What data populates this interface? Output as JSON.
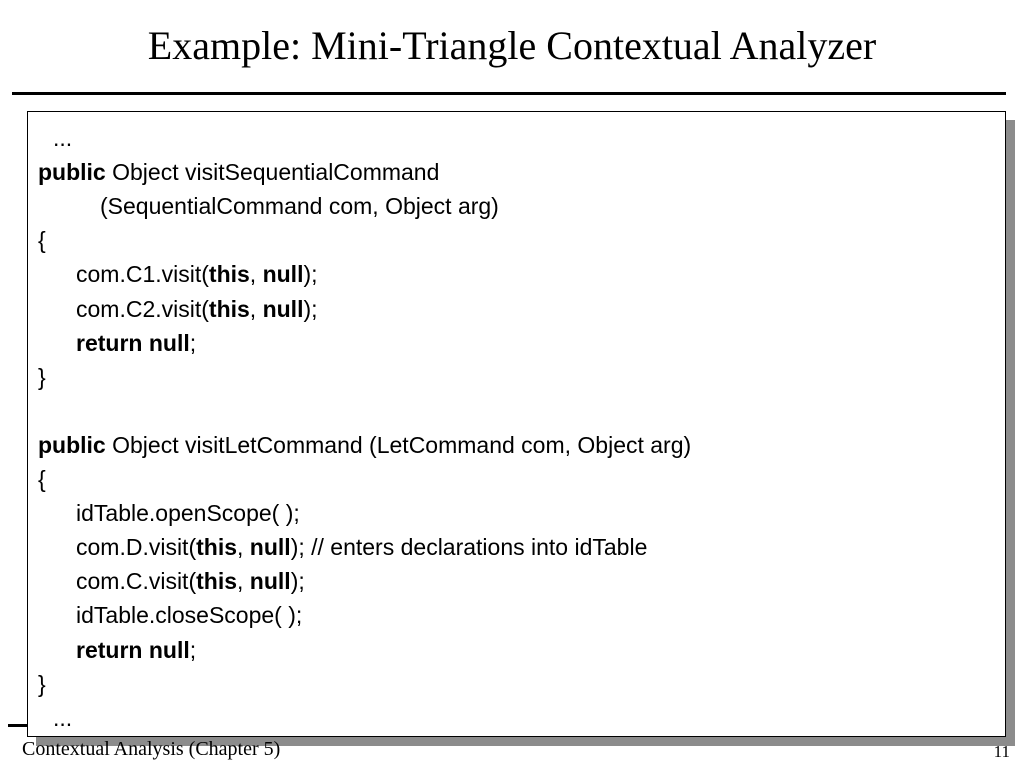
{
  "slide": {
    "title": "Example: Mini-Triangle Contextual Analyzer",
    "footer_left": "Contextual Analysis (Chapter 5)",
    "page_number": "11"
  },
  "code_lines": [
    [
      {
        "t": "..."
      }
    ],
    [
      {
        "t": "public",
        "b": true
      },
      {
        "t": " Object visitSequentialCommand"
      }
    ],
    [
      {
        "t": "(SequentialCommand com, Object arg)"
      }
    ],
    [
      {
        "t": "{"
      }
    ],
    [
      {
        "t": "com.C1.visit("
      },
      {
        "t": "this",
        "b": true
      },
      {
        "t": ", "
      },
      {
        "t": "null",
        "b": true
      },
      {
        "t": ");"
      }
    ],
    [
      {
        "t": "com.C2.visit("
      },
      {
        "t": "this",
        "b": true
      },
      {
        "t": ", "
      },
      {
        "t": "null",
        "b": true
      },
      {
        "t": ");"
      }
    ],
    [
      {
        "t": "return null",
        "b": true
      },
      {
        "t": ";"
      }
    ],
    [
      {
        "t": "}"
      }
    ],
    [],
    [
      {
        "t": "public",
        "b": true
      },
      {
        "t": " Object visitLetCommand (LetCommand com, Object arg)"
      }
    ],
    [
      {
        "t": "{"
      }
    ],
    [
      {
        "t": "idTable.openScope( );"
      }
    ],
    [
      {
        "t": "com.D.visit("
      },
      {
        "t": "this",
        "b": true
      },
      {
        "t": ", "
      },
      {
        "t": "null",
        "b": true
      },
      {
        "t": "); // enters declarations into idTable"
      }
    ],
    [
      {
        "t": "com.C.visit("
      },
      {
        "t": "this",
        "b": true
      },
      {
        "t": ", "
      },
      {
        "t": "null",
        "b": true
      },
      {
        "t": ");"
      }
    ],
    [
      {
        "t": "idTable.closeScope( );"
      }
    ],
    [
      {
        "t": "return null",
        "b": true
      },
      {
        "t": ";"
      }
    ],
    [
      {
        "t": "}"
      }
    ],
    [
      {
        "t": "..."
      }
    ]
  ]
}
